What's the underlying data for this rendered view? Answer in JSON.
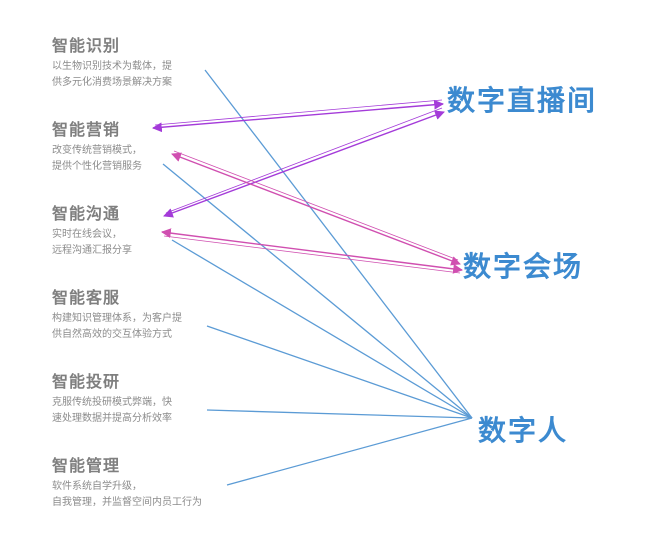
{
  "capabilities": [
    {
      "title": "智能识别",
      "desc": "以生物识别技术为载体，提\n供多元化消费场景解决方案"
    },
    {
      "title": "智能营销",
      "desc": "改变传统营销模式，\n提供个性化营销服务"
    },
    {
      "title": "智能沟通",
      "desc": "实时在线会议，\n远程沟通汇报分享"
    },
    {
      "title": "智能客服",
      "desc": "构建知识管理体系，为客户提\n供自然高效的交互体验方式"
    },
    {
      "title": "智能投研",
      "desc": "克服传统投研模式弊端，快\n速处理数据并提高分析效率"
    },
    {
      "title": "智能管理",
      "desc": "软件系统自学升级，\n自我管理，并监督空间内员工行为"
    }
  ],
  "targets": [
    {
      "label": "数字直播间"
    },
    {
      "label": "数字会场"
    },
    {
      "label": "数字人"
    }
  ],
  "colors": {
    "blue_line": "#5b9bd5",
    "purple_arrow": "#a43bd9",
    "magenta_arrow": "#d04fb0",
    "target_text": "#3c8ad0"
  },
  "connections": [
    {
      "from": "智能识别",
      "to": "数字人",
      "style": "blue-line"
    },
    {
      "from": "智能营销",
      "to": "数字人",
      "style": "blue-line"
    },
    {
      "from": "智能沟通",
      "to": "数字人",
      "style": "blue-line"
    },
    {
      "from": "智能客服",
      "to": "数字人",
      "style": "blue-line"
    },
    {
      "from": "智能投研",
      "to": "数字人",
      "style": "blue-line"
    },
    {
      "from": "智能管理",
      "to": "数字人",
      "style": "blue-line"
    },
    {
      "from": "智能营销",
      "to": "数字直播间",
      "style": "purple-double-arrow"
    },
    {
      "from": "智能沟通",
      "to": "数字直播间",
      "style": "purple-double-arrow"
    },
    {
      "from": "智能营销",
      "to": "数字会场",
      "style": "magenta-double-arrow"
    },
    {
      "from": "智能沟通",
      "to": "数字会场",
      "style": "magenta-double-arrow"
    }
  ]
}
